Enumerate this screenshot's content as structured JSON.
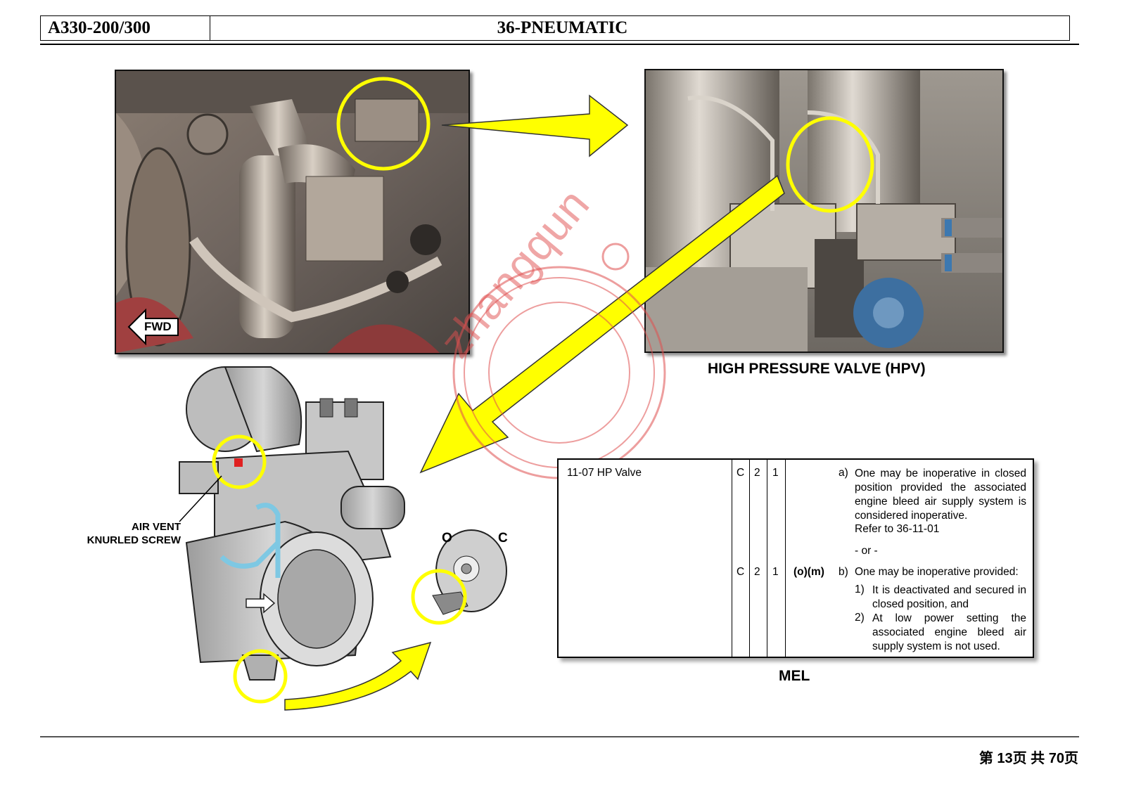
{
  "header": {
    "model": "A330-200/300",
    "title": "36-PNEUMATIC"
  },
  "photo_left": {
    "fwd_label": "FWD"
  },
  "photo_right": {
    "caption": "HIGH PRESSURE VALVE (HPV)"
  },
  "diagram": {
    "air_vent_line1": "AIR VENT",
    "air_vent_line2": "KNURLED SCREW",
    "open_label": "O",
    "closed_label": "C"
  },
  "watermark": {
    "text": "zhangqun"
  },
  "mel": {
    "item": "11-07  HP Valve",
    "row1": {
      "cat": "C",
      "installed": "2",
      "required": "1",
      "remarks_code": "",
      "letter": "a)",
      "text": "One may be inoperative in closed position provided the associated engine bleed air supply system is considered inoperative.",
      "ref": "Refer to 36-11-01"
    },
    "or_text": "- or -",
    "row2": {
      "cat": "C",
      "installed": "2",
      "required": "1",
      "remarks_code": "(o)(m)",
      "letter": "b)",
      "text": "One may be inoperative provided:",
      "sub1_num": "1)",
      "sub1_text": "It is deactivated and secured in closed position, and",
      "sub2_num": "2)",
      "sub2_text": "At low power setting the associated engine bleed air supply system is not used."
    },
    "caption": "MEL"
  },
  "footer": {
    "page": "第 13页  共 70页"
  },
  "colors": {
    "highlight_yellow": "#ffff00",
    "watermark_red": "#e05050",
    "tube_blue": "#7ec8e3"
  }
}
